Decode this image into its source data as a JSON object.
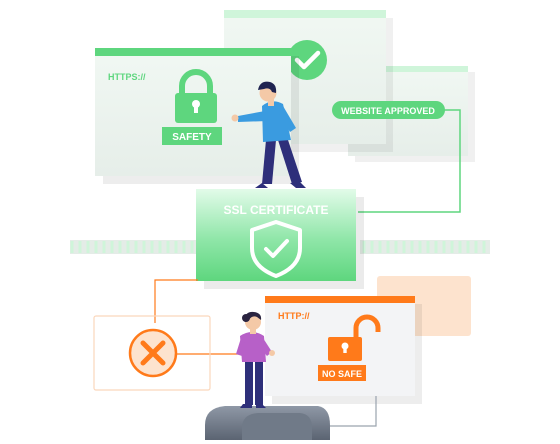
{
  "safe_window": {
    "protocol": "HTTPS://",
    "badge": "SAFETY"
  },
  "approval_pill": {
    "label": "WEBSITE APPROVED"
  },
  "certificate": {
    "title": "SSL CERTIFICATE"
  },
  "unsafe_window": {
    "protocol": "HTTP://",
    "badge": "NO SAFE"
  },
  "colors": {
    "green": "#5ED67E",
    "green_light": "#CFF5DA",
    "orange": "#FF7A1A",
    "orange_light": "#FDE3CE",
    "navy": "#2E2F7A",
    "shirt_blue": "#3A9BE0",
    "shirt_purple": "#B760C8"
  },
  "icons": {
    "lock": "lock-closed-icon",
    "unlock": "lock-open-icon",
    "shield": "shield-check-icon",
    "check": "check-circle-icon",
    "cross": "cross-circle-icon"
  }
}
